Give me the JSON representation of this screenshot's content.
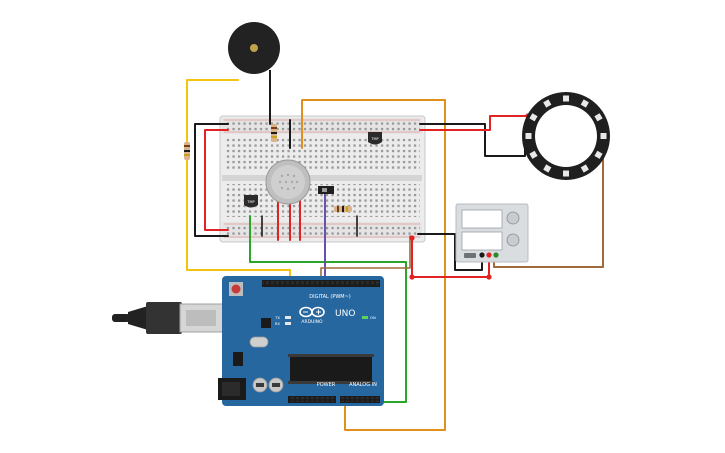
{
  "scene": {
    "type": "Circuit Schematic",
    "background": "#ffffff"
  },
  "components": {
    "arduino": {
      "model_label": "UNO",
      "brand_label": "ARDUINO",
      "digital_header_label": "DIGITAL (PWM~)",
      "analog_header_label": "ANALOG IN",
      "power_header_label": "POWER",
      "on_label": "ON",
      "tx_label": "TX",
      "rx_label": "RX",
      "board_color": "#2667a0"
    },
    "temp_sensor_left_label": "TMP",
    "temp_sensor_right_label": "TMP",
    "power_supply": {
      "color": "#d9dde0"
    },
    "neopixel_ring": {
      "color": "#1f1f1f"
    },
    "buzzer": {
      "color": "#222222"
    },
    "gas_sensor": {
      "color": "#bfbfbf"
    }
  },
  "wire_colors": {
    "red": "#e02424",
    "black": "#1a1a1a",
    "green": "#2aa62a",
    "orange": "#e0901c",
    "yellow": "#f2c40f",
    "brown": "#a06a3a",
    "purple": "#6a4fb0"
  }
}
